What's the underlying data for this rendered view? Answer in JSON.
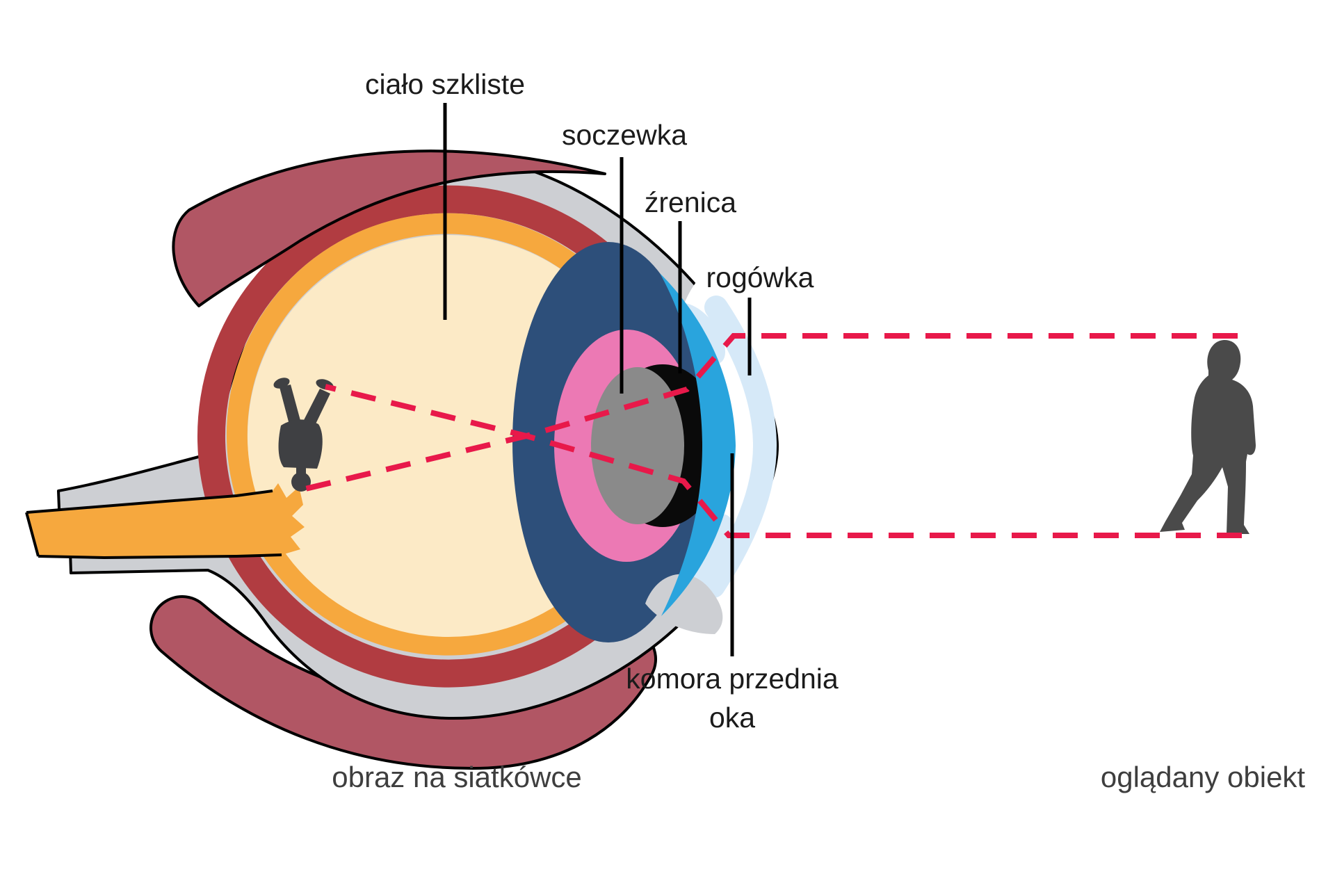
{
  "labels": {
    "vitreous": "ciało szkliste",
    "lens": "soczewka",
    "pupil": "źrenica",
    "cornea": "rogówka",
    "anterior_chamber_line1": "komora przednia",
    "anterior_chamber_line2": "oka",
    "retina_image_caption": "obraz na siatkówce",
    "viewed_object_caption": "oglądany obiekt"
  },
  "figures": {
    "inverted_person_icon": "inverted-person-silhouette",
    "standing_person_icon": "standing-person-silhouette"
  },
  "colors": {
    "background": "#ffffff",
    "outline_black": "#000000",
    "sclera_gray": "#cdcfd3",
    "choroid_red": "#b13c41",
    "retina_orange": "#f6a83e",
    "vitreous_cream": "#fceac6",
    "muscle_maroon": "#b15664",
    "ciliary_navy": "#2d4f7a",
    "lens_ring_pink": "#ec79b4",
    "iris_cyan": "#29a4dd",
    "lens_gray": "#8a8a8a",
    "pupil_black": "#0a0a0a",
    "cornea_blue": "#d6e9f8",
    "anterior_chamber_white": "#ffffff",
    "ray_red": "#e8194a",
    "figure_dark": "#3f4043",
    "man_dark": "#4a4a4a",
    "label_black": "#1b1b1b",
    "caption_gray": "#3e3e3e"
  }
}
